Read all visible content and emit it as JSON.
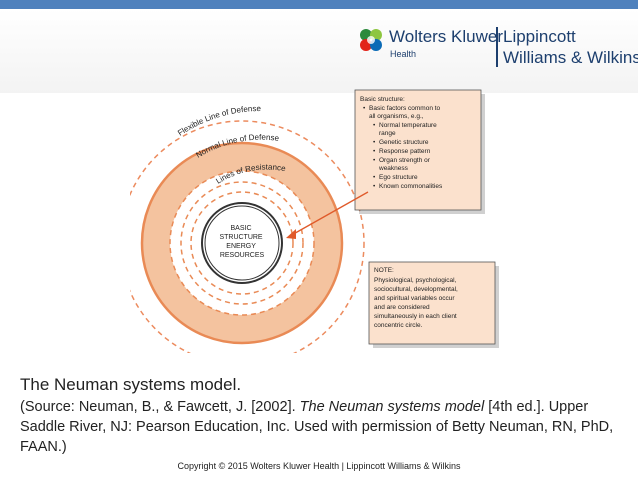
{
  "header": {
    "wolters_kluwer": "Wolters Kluwer",
    "health": "Health",
    "lww_line1": "Lippincott",
    "lww_line2": "Williams & Wilkins",
    "accent_color": "#4f81bd",
    "brand_color": "#1d3f6e"
  },
  "diagram": {
    "ring_labels": {
      "flexible": "Flexible Line of Defense",
      "normal": "Normal Line of Defense",
      "resistance": "Lines of Resistance"
    },
    "core_lines": [
      "BASIC",
      "STRUCTURE",
      "ENERGY",
      "RESOURCES"
    ],
    "basic_structure": {
      "heading": "Basic structure:",
      "intro": [
        "Basic factors common to",
        "all organisms, e.g.,"
      ],
      "items": [
        [
          "Normal temperature",
          "range"
        ],
        [
          "Genetic structure"
        ],
        [
          "Response pattern"
        ],
        [
          "Organ strength or",
          "weakness"
        ],
        [
          "Ego structure"
        ],
        [
          "Known commonalities"
        ]
      ]
    },
    "note": {
      "heading": "NOTE:",
      "lines": [
        "Physiological, psychological,",
        "sociocultural, developmental,",
        "and spiritual variables occur",
        "and are considered",
        "simultaneously in each client",
        "concentric circle."
      ]
    }
  },
  "caption": {
    "title": "The Neuman systems model.",
    "source_prefix": "(Source: Neuman, B., & Fawcett, J. [2002]. ",
    "source_italic": "The Neuman systems model",
    "source_suffix": " [4th ed.]. Upper Saddle River, NJ: Pearson Education, Inc. Used with permission of Betty Neuman, RN, PhD, FAAN.)"
  },
  "footer": {
    "copyright": "Copyright © 2015 Wolters Kluwer Health | Lippincott Williams & Wilkins"
  }
}
